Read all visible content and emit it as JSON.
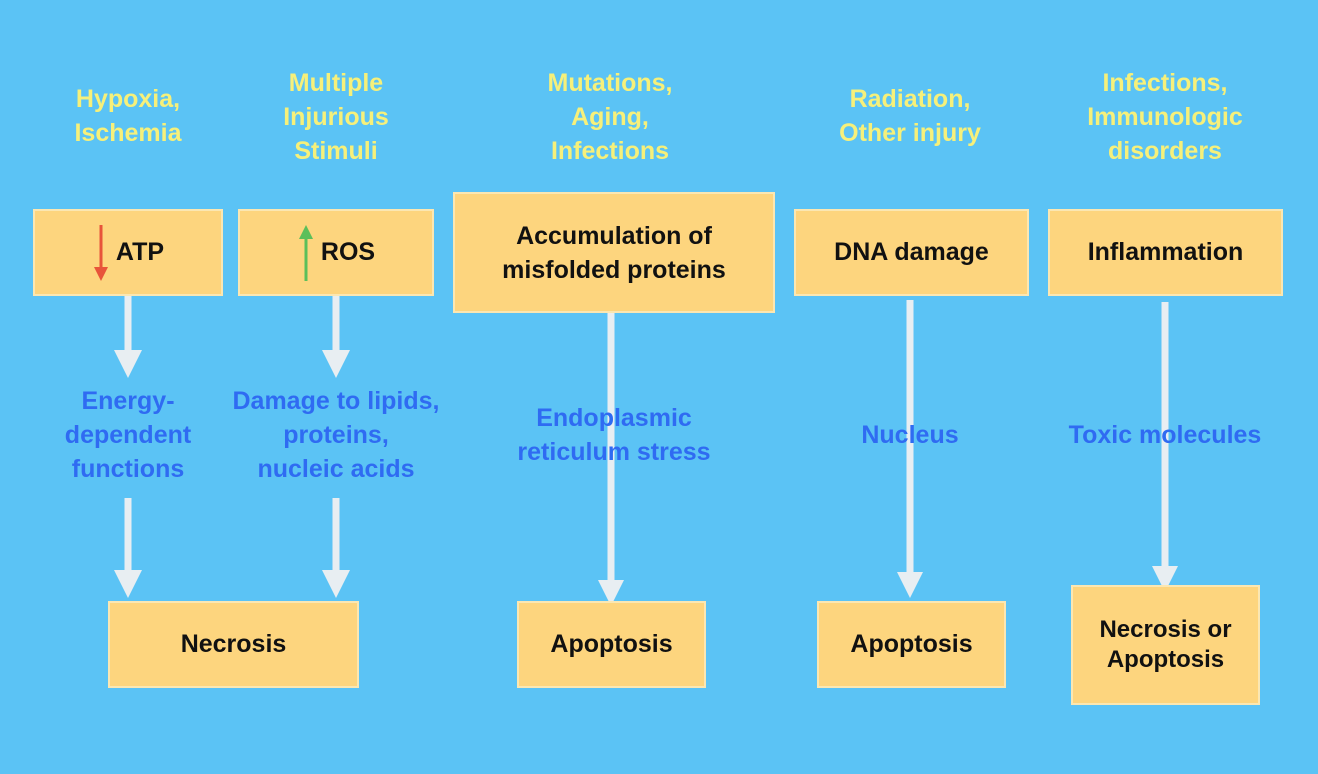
{
  "colors": {
    "background": "#5bc3f5",
    "cause_text": "#f6f07a",
    "box_fill": "#fdd57e",
    "mid_text": "#2f6bf2",
    "arrow": "#e8eef2",
    "down_arrow": "#e8543a",
    "up_arrow": "#5cbf5a"
  },
  "columns": [
    {
      "cause": "Hypoxia,\nIschemia",
      "event": "ATP",
      "event_indicator": "down-arrow-icon",
      "mechanism": "Energy-\ndependent\nfunctions",
      "outcome": "Necrosis"
    },
    {
      "cause": "Multiple\nInjurious\nStimuli",
      "event": "ROS",
      "event_indicator": "up-arrow-icon",
      "mechanism": "Damage to lipids,\nproteins,\nnucleic acids",
      "outcome": ""
    },
    {
      "cause": "Mutations,\nAging,\nInfections",
      "event": "Accumulation of\nmisfolded proteins",
      "mechanism": "Endoplasmic\nreticulum stress",
      "outcome": "Apoptosis"
    },
    {
      "cause": "Radiation,\nOther injury",
      "event": "DNA damage",
      "mechanism": "Nucleus",
      "outcome": "Apoptosis"
    },
    {
      "cause": "Infections,\nImmunologic\ndisorders",
      "event": "Inflammation",
      "mechanism": "Toxic molecules",
      "outcome": "Necrosis or\nApoptosis"
    }
  ]
}
